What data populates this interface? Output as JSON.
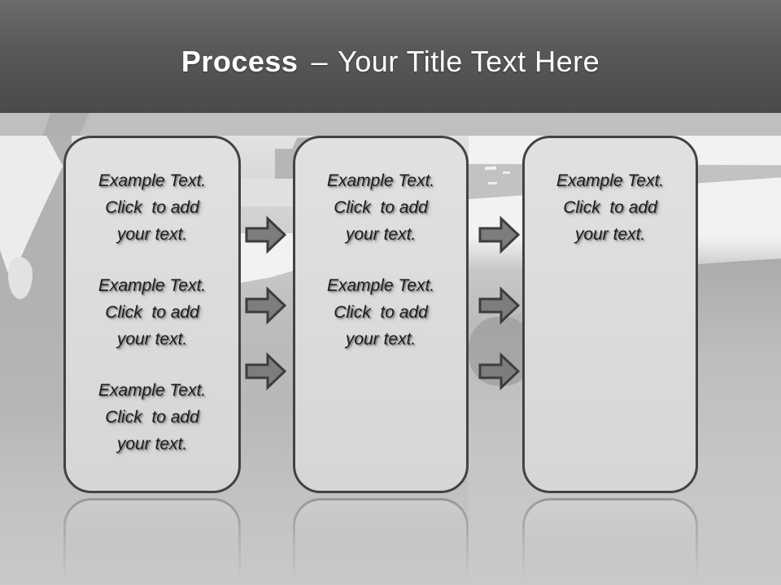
{
  "title": {
    "keyword": "Process",
    "separator": "–",
    "rest": "Your Title Text Here"
  },
  "boxes": [
    {
      "blocks": [
        "Example Text.\nClick  to add\nyour text.",
        "Example Text.\nClick  to add\nyour text.",
        "Example Text.\nClick  to add\nyour text."
      ]
    },
    {
      "blocks": [
        "Example Text.\nClick  to add\nyour text.",
        "Example Text.\nClick  to add\nyour text."
      ]
    },
    {
      "blocks": [
        "Example Text.\nClick  to add\nyour text."
      ]
    }
  ],
  "icons": {
    "arrow": "right-block-arrow"
  },
  "colors": {
    "header_top": "#6b6b6b",
    "header_bottom": "#4a4a4a",
    "band": "#bfbfbf",
    "box_fill": "#d6d6d6",
    "box_border": "#424242",
    "arrow_fill": "#7d7d7d",
    "arrow_outline": "#3d3d3d",
    "body_text": "#1c1c1c",
    "title_text": "#ffffff"
  }
}
